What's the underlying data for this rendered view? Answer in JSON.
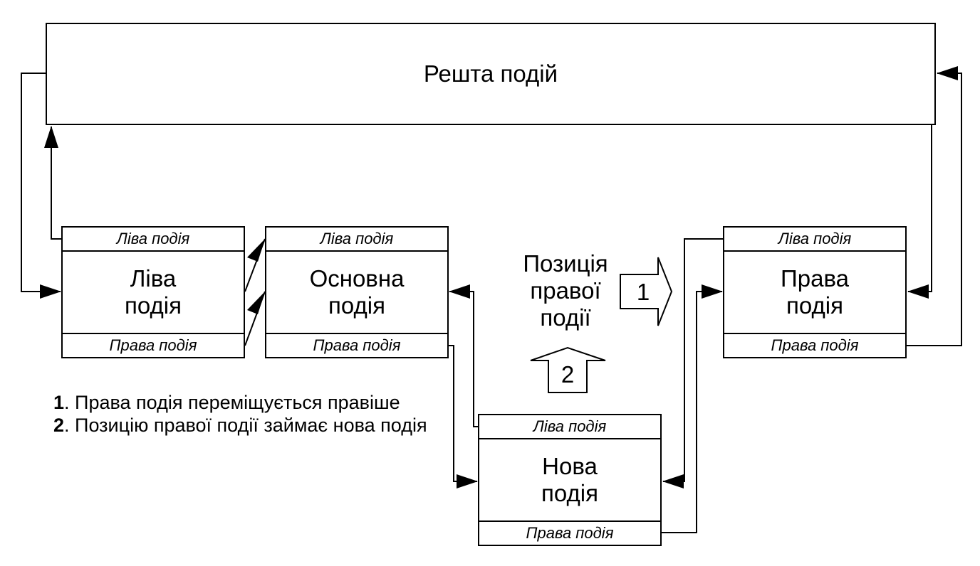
{
  "top_box": {
    "label": "Решта подій"
  },
  "slot_labels": {
    "left": "Ліва подія",
    "right": "Права подія"
  },
  "boxes": {
    "left_event": {
      "top": "Ліва подія",
      "line1": "Ліва",
      "line2": "подія",
      "bottom": "Права подія"
    },
    "main_event": {
      "top": "Ліва подія",
      "line1": "Основна",
      "line2": "подія",
      "bottom": "Права подія"
    },
    "right_event": {
      "top": "Ліва подія",
      "line1": "Права",
      "line2": "подія",
      "bottom": "Права подія"
    },
    "new_event": {
      "top": "Ліва подія",
      "line1": "Нова",
      "line2": "подія",
      "bottom": "Права подія"
    }
  },
  "caption": {
    "line1": "Позиція",
    "line2": "правої",
    "line3": "події"
  },
  "steps": {
    "step1": "1",
    "step2": "2"
  },
  "legend": [
    {
      "num": "1",
      "text": ". Права подія переміщується правіше"
    },
    {
      "num": "2",
      "text": ". Позицію правої події займає нова подія"
    }
  ]
}
